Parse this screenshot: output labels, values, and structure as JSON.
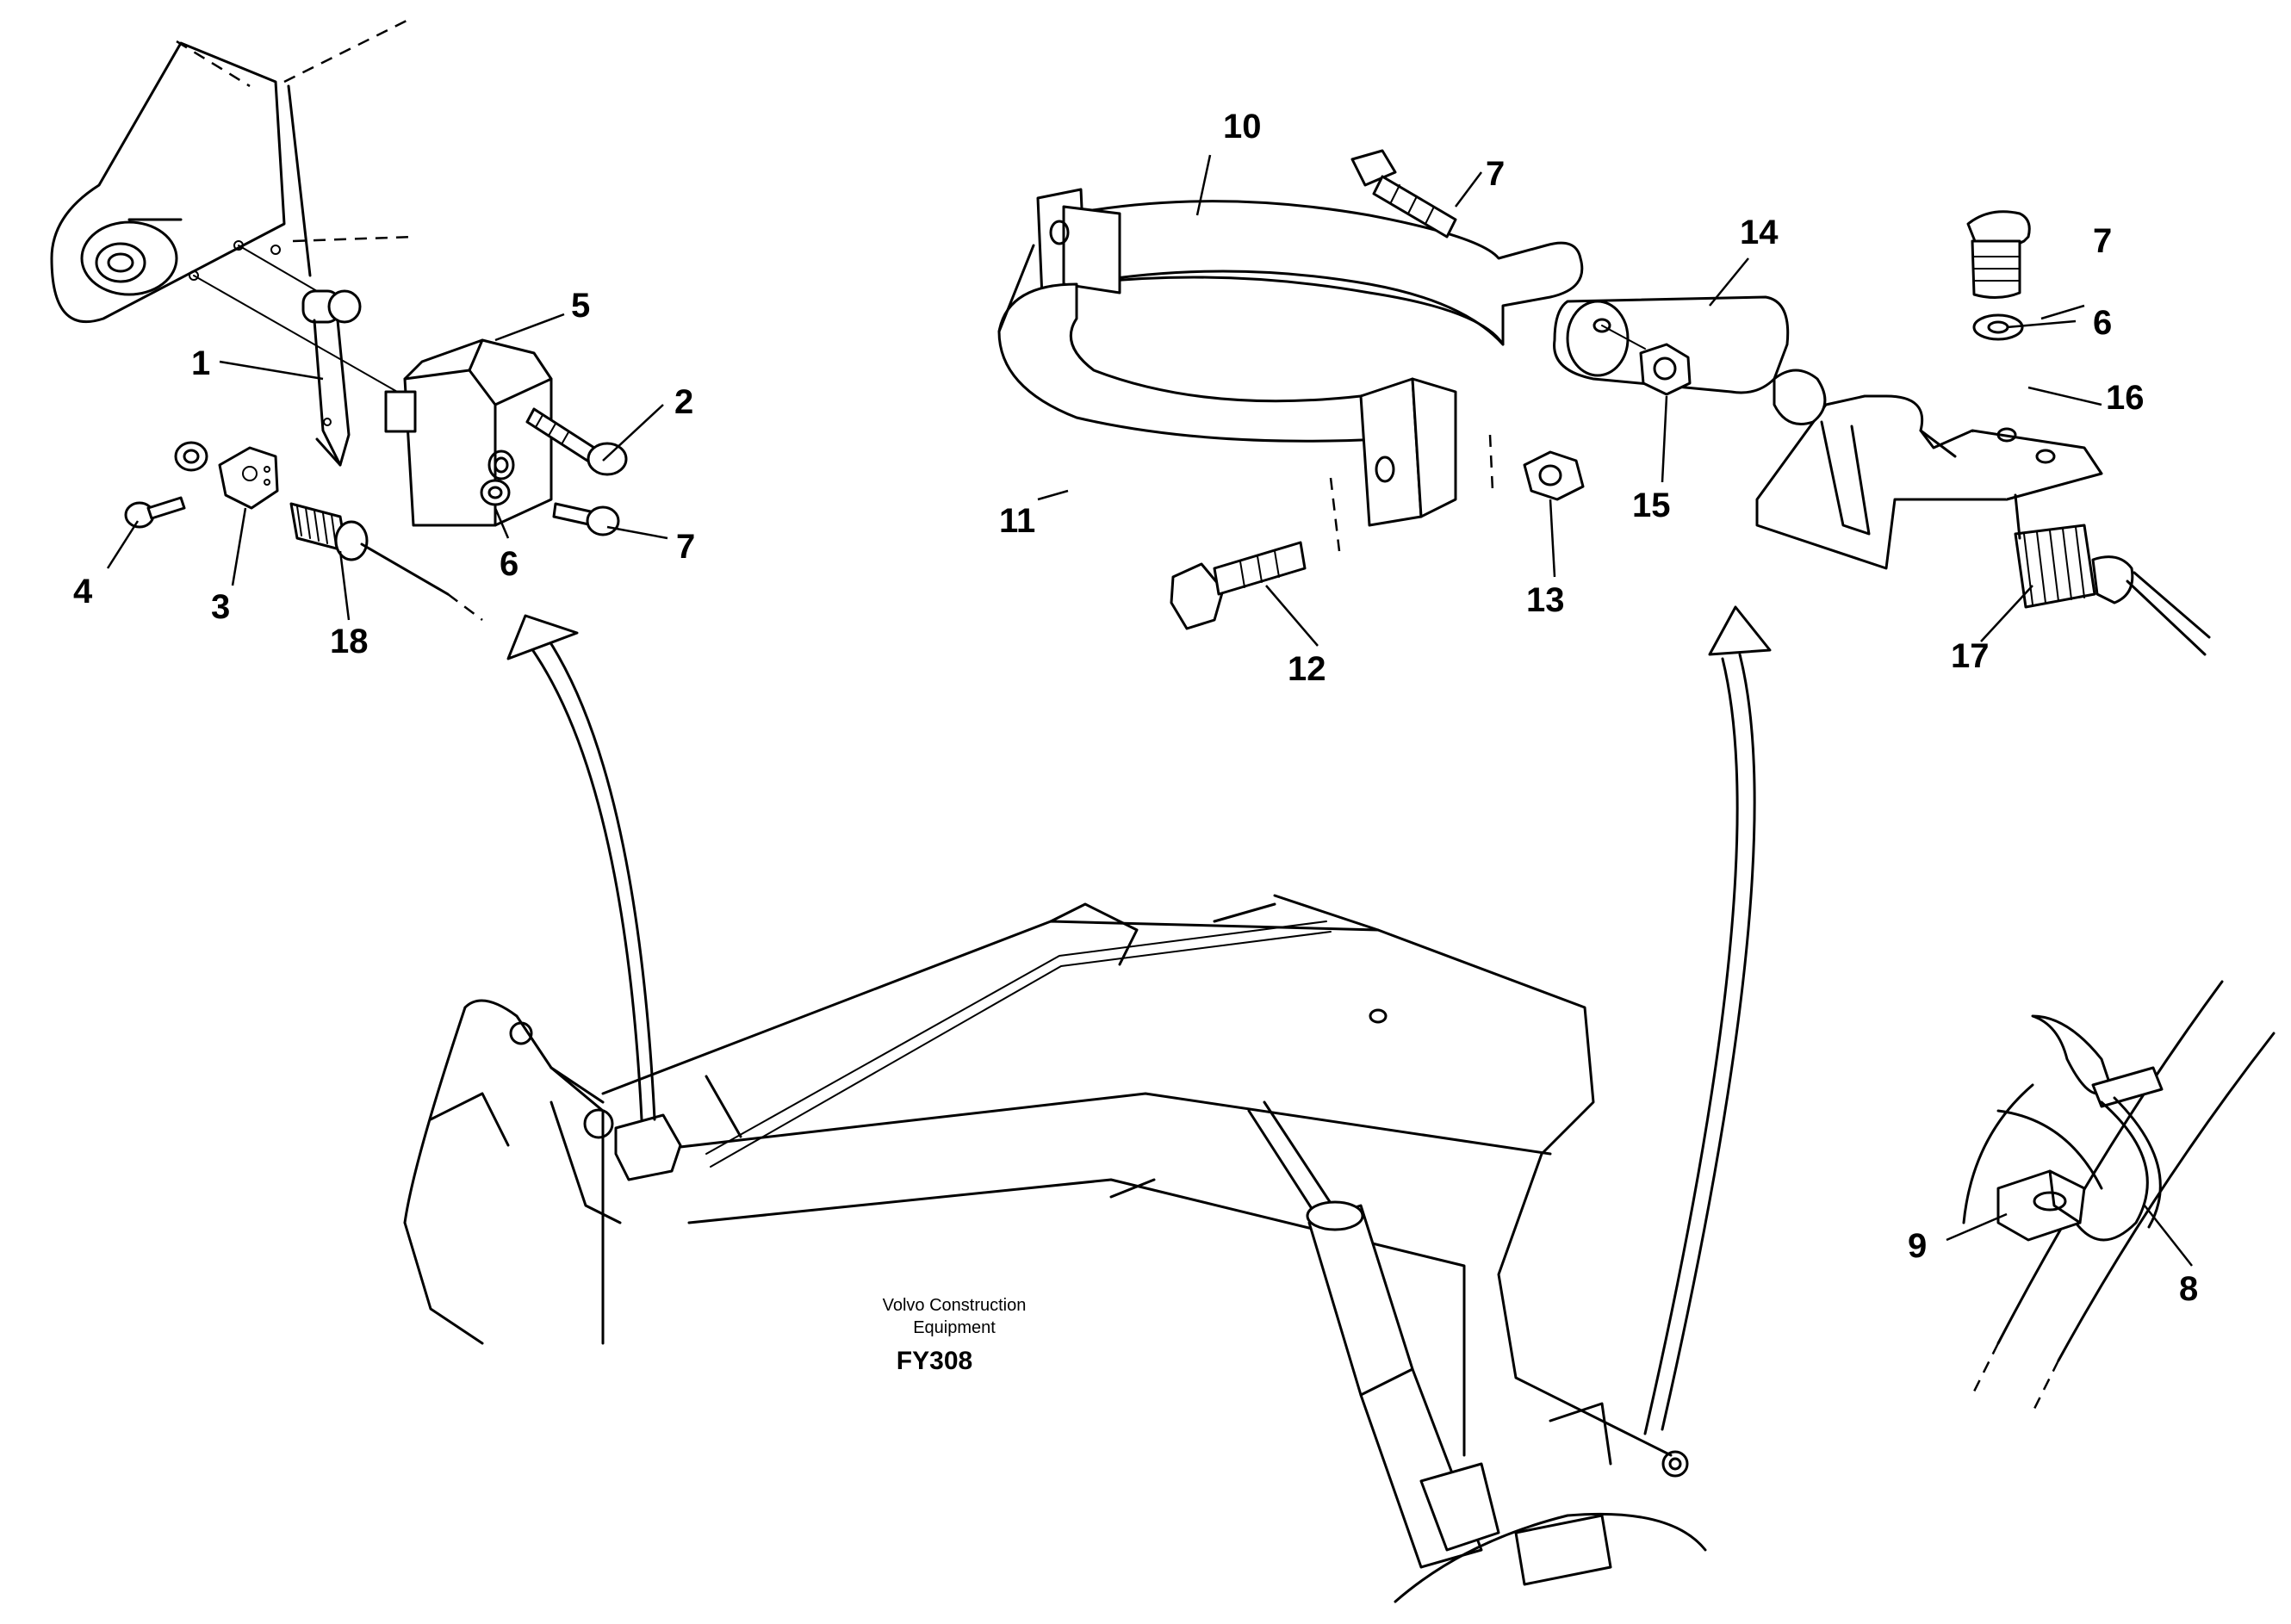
{
  "callouts": {
    "c1": "1",
    "c2": "2",
    "c3": "3",
    "c4": "4",
    "c5": "5",
    "c6a": "6",
    "c6b": "6",
    "c7a": "7",
    "c7b": "7",
    "c7c": "7",
    "c8": "8",
    "c9": "9",
    "c10": "10",
    "c11": "11",
    "c12": "12",
    "c13": "13",
    "c14": "14",
    "c15": "15",
    "c16": "16",
    "c17": "17",
    "c18": "18"
  },
  "caption": {
    "line1": "Volvo Construction",
    "line2": "Equipment",
    "code": "FY308"
  }
}
